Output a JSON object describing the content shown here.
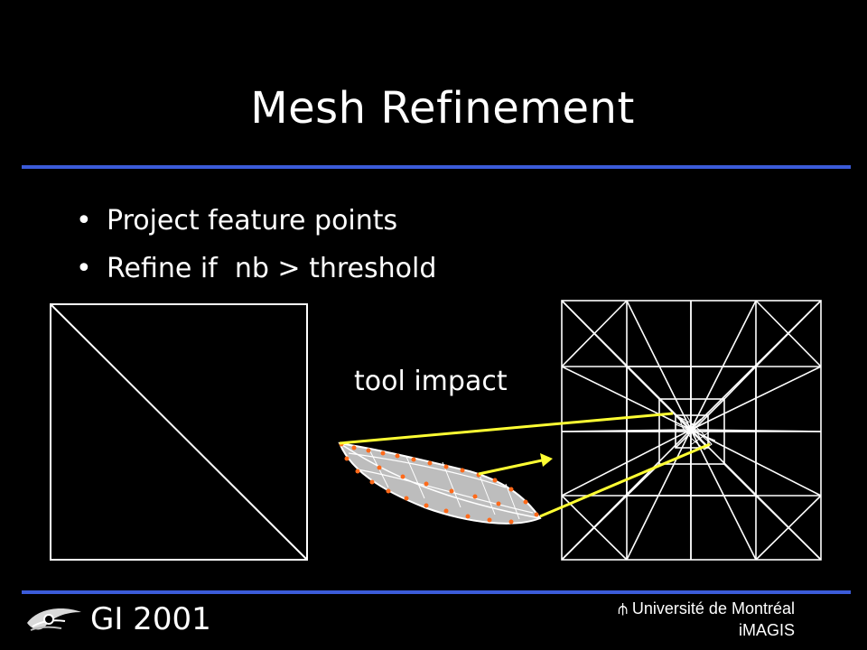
{
  "slide": {
    "title": "Mesh Refinement",
    "bullets": [
      {
        "text": "Project feature points"
      },
      {
        "text": "Refine if  nb > threshold"
      }
    ],
    "tool_label": "tool impact"
  },
  "footer": {
    "conference": "GI 2001",
    "university": "Université de Montréal",
    "lab": "iMAGIS",
    "logo_icon": "eye-logo-icon",
    "university_icon": "trident-icon"
  },
  "colors": {
    "background": "#000000",
    "rule": "#3b5bd9",
    "mesh": "#ffffff",
    "arrow": "#ffff33",
    "points": "#ff6a1a"
  }
}
